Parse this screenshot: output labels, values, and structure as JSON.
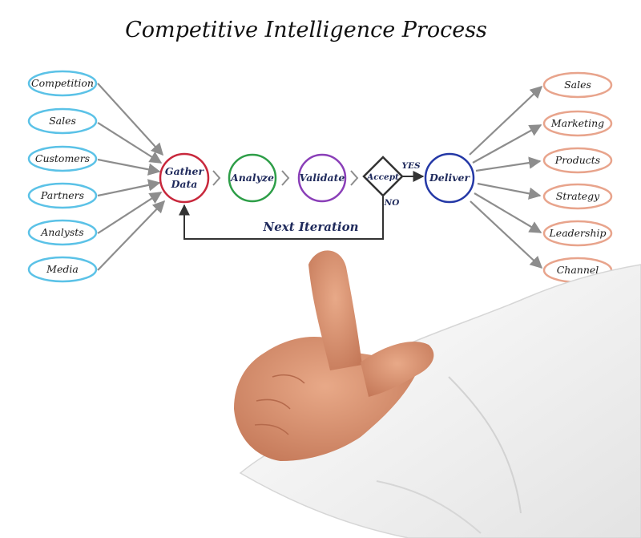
{
  "title": "Competitive Intelligence Process",
  "inputs": [
    "Competition",
    "Sales",
    "Customers",
    "Partners",
    "Analysts",
    "Media"
  ],
  "outputs": [
    "Sales",
    "Marketing",
    "Products",
    "Strategy",
    "Leadership",
    "Channel"
  ],
  "steps": {
    "gather_line1": "Gather",
    "gather_line2": "Data",
    "analyze": "Analyze",
    "validate": "Validate",
    "accept": "Accept",
    "deliver": "Deliver"
  },
  "decision": {
    "yes": "YES",
    "no": "NO"
  },
  "loop_label": "Next Iteration",
  "colors": {
    "input_border": "#5bc2e7",
    "output_border": "#e8a48c",
    "gather": "#c8283c",
    "analyze": "#2e9e48",
    "validate": "#8a3fb8",
    "accept": "#333333",
    "deliver": "#2438a6",
    "skin": "#d9906f",
    "shirt": "#f4f4f4"
  },
  "icons": {
    "hand": "pointing-hand-icon"
  }
}
